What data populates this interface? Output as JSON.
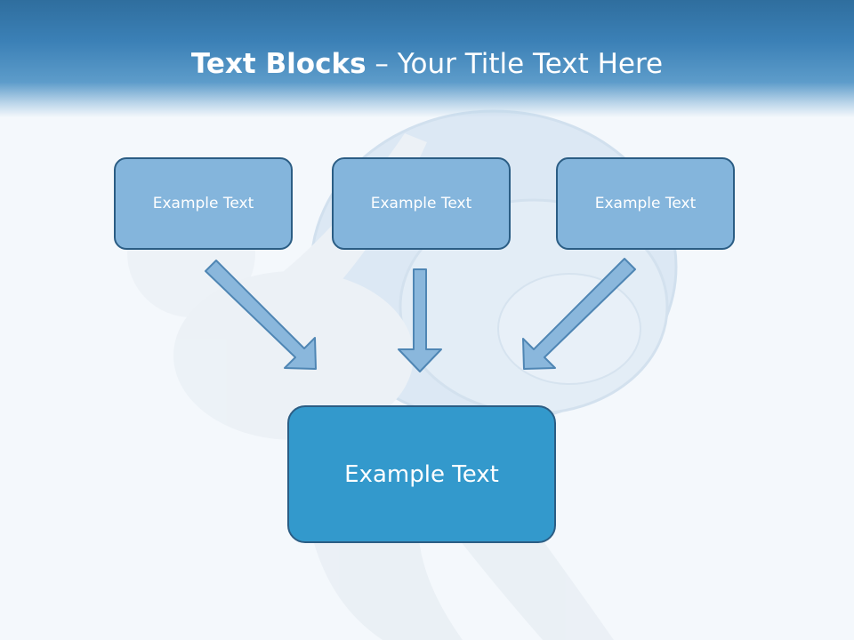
{
  "slide": {
    "title_bold": "Text Blocks",
    "title_dash": " – ",
    "title_rest": "Your Title Text Here"
  },
  "boxes": {
    "left": "Example Text",
    "middle": "Example Text",
    "right": "Example Text",
    "center": "Example Text"
  },
  "colors": {
    "header_blue": "#3b80b6",
    "box_light": "#84b5dc",
    "box_dark": "#3399cc",
    "border": "#2b5d84",
    "arrow_fill": "#8ab7dc",
    "arrow_stroke": "#4f86b4"
  }
}
